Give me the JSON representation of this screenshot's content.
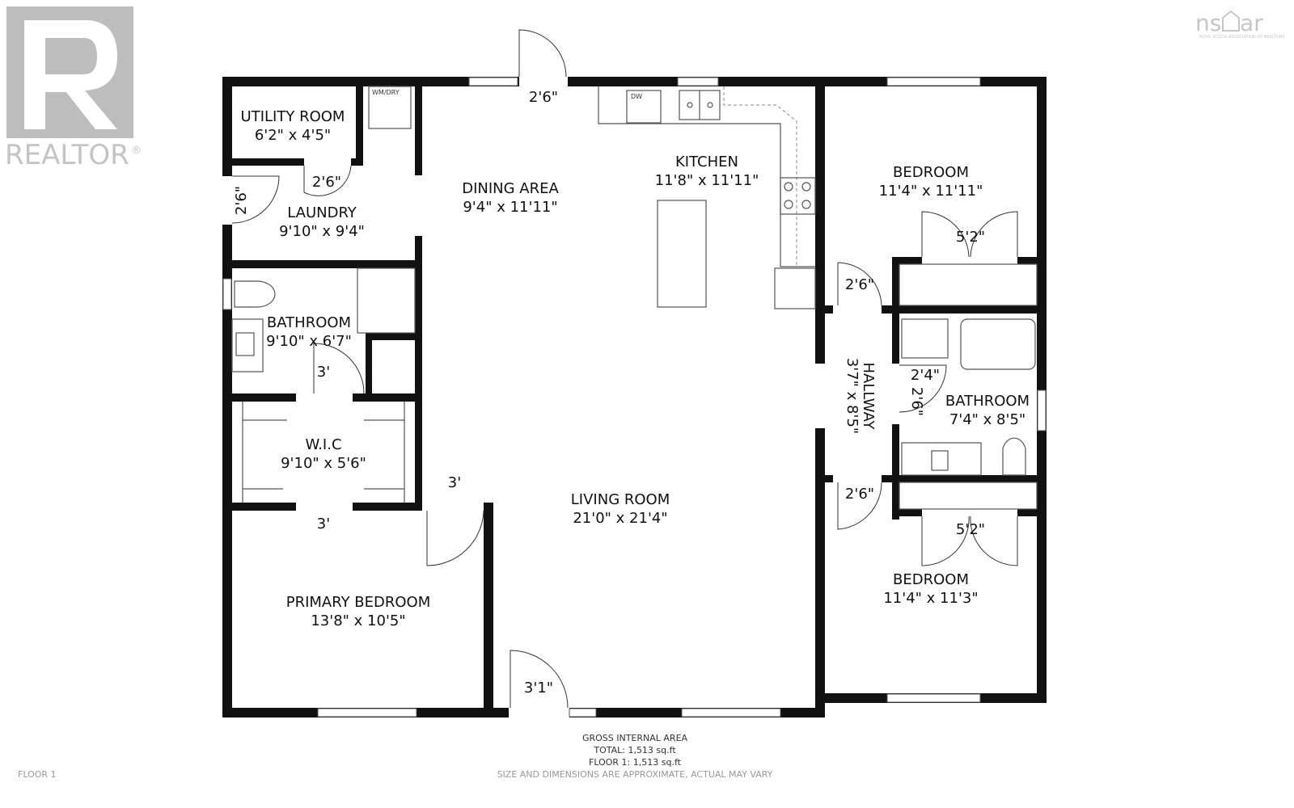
{
  "branding": {
    "realtor_logo_text": "REALTOR",
    "realtor_mark": "®",
    "nsar_logo_text": "ns",
    "nsar_logo_text2": "ar",
    "nsar_subtitle": "NOVA SCOTIA ASSOCIATION OF REALTORS"
  },
  "rooms": {
    "utility": {
      "name": "UTILITY ROOM",
      "dims": "6'2\" x 4'5\""
    },
    "laundry": {
      "name": "LAUNDRY",
      "dims": "9'10\" x 9'4\""
    },
    "dining": {
      "name": "DINING AREA",
      "dims": "9'4\" x 11'11\""
    },
    "kitchen": {
      "name": "KITCHEN",
      "dims": "11'8\" x 11'11\""
    },
    "bedroom1": {
      "name": "BEDROOM",
      "dims": "11'4\" x 11'11\""
    },
    "bathroom1": {
      "name": "BATHROOM",
      "dims": "9'10\" x 6'7\""
    },
    "hallway": {
      "name": "HALLWAY",
      "dims": "3'7\" x 8'5\""
    },
    "bathroom2": {
      "name": "BATHROOM",
      "dims": "7'4\" x 8'5\""
    },
    "wic": {
      "name": "W.I.C",
      "dims": "9'10\" x 5'6\""
    },
    "living": {
      "name": "LIVING ROOM",
      "dims": "21'0\" x 21'4\""
    },
    "primary": {
      "name": "PRIMARY BEDROOM",
      "dims": "13'8\" x 10'5\""
    },
    "bedroom2": {
      "name": "BEDROOM",
      "dims": "11'4\" x 11'3\""
    }
  },
  "doors": {
    "front_top": "2'6\"",
    "utility": "2'6\"",
    "laundry_side": "2'6\"",
    "bedroom1_closet": "5'2\"",
    "bedroom1": "2'6\"",
    "bath1": "3'",
    "bath2_a": "2'4\"",
    "bath2_b": "2'6\"",
    "wic": "3'",
    "primary_top": "3'",
    "bedroom2": "2'6\"",
    "bedroom2_closet": "5'2\"",
    "front_bottom": "3'1\""
  },
  "fixtures": {
    "washer_dryer": "WM/DRY",
    "dishwasher": "DW"
  },
  "footer": {
    "area_title": "GROSS INTERNAL AREA",
    "total": "TOTAL: 1,513 sq.ft",
    "floor_area": "FLOOR 1: 1,513 sq.ft",
    "disclaimer": "SIZE AND DIMENSIONS ARE APPROXIMATE, ACTUAL MAY VARY",
    "floor_label": "FLOOR 1"
  }
}
